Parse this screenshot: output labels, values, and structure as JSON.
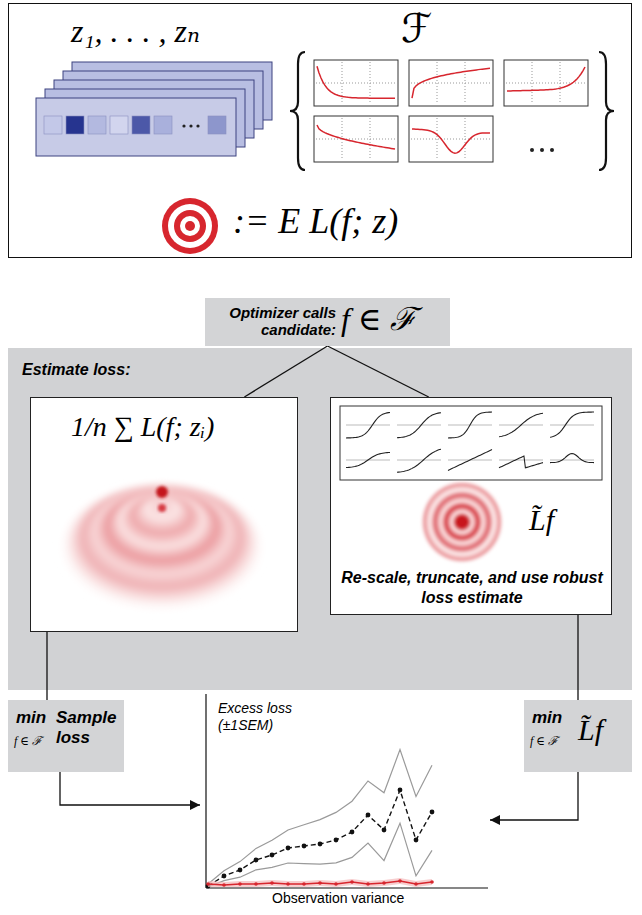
{
  "diagram": {
    "nodes": [
      {
        "text": [
          "z₁, . . . , zₙ",
          "ℱ",
          ":= E L(f; z)"
        ]
      },
      {
        "text": [
          "Optimizer calls candidate:",
          "f ∈ ℱ"
        ]
      },
      {
        "text": [
          "Estimate loss:"
        ]
      },
      {
        "text": [
          "1/n ∑ L(f; zᵢ)"
        ],
        "in": 2
      },
      {
        "text": [
          "L̃f",
          "Re-scale, truncate, and use robust loss estimate"
        ],
        "in": 2
      },
      {
        "text": [
          "min",
          "f ∈ ℱ",
          "Sample loss"
        ]
      },
      {
        "text": [
          "min",
          "f ∈ ℱ",
          "L̃f"
        ]
      },
      {
        "text": [
          "Excess loss (±1SEM)",
          "Observation variance"
        ]
      }
    ],
    "edges": [
      {
        "from": 1,
        "to": 3,
        "arrow": "none"
      },
      {
        "from": 1,
        "to": 4,
        "arrow": "none"
      },
      {
        "from": 3,
        "to": 5,
        "arrow": "none"
      },
      {
        "from": 4,
        "to": 6,
        "arrow": "none"
      },
      {
        "from": 5,
        "to": 7,
        "arrow": "to"
      },
      {
        "from": 6,
        "to": 7,
        "arrow": "to"
      }
    ]
  }
}
